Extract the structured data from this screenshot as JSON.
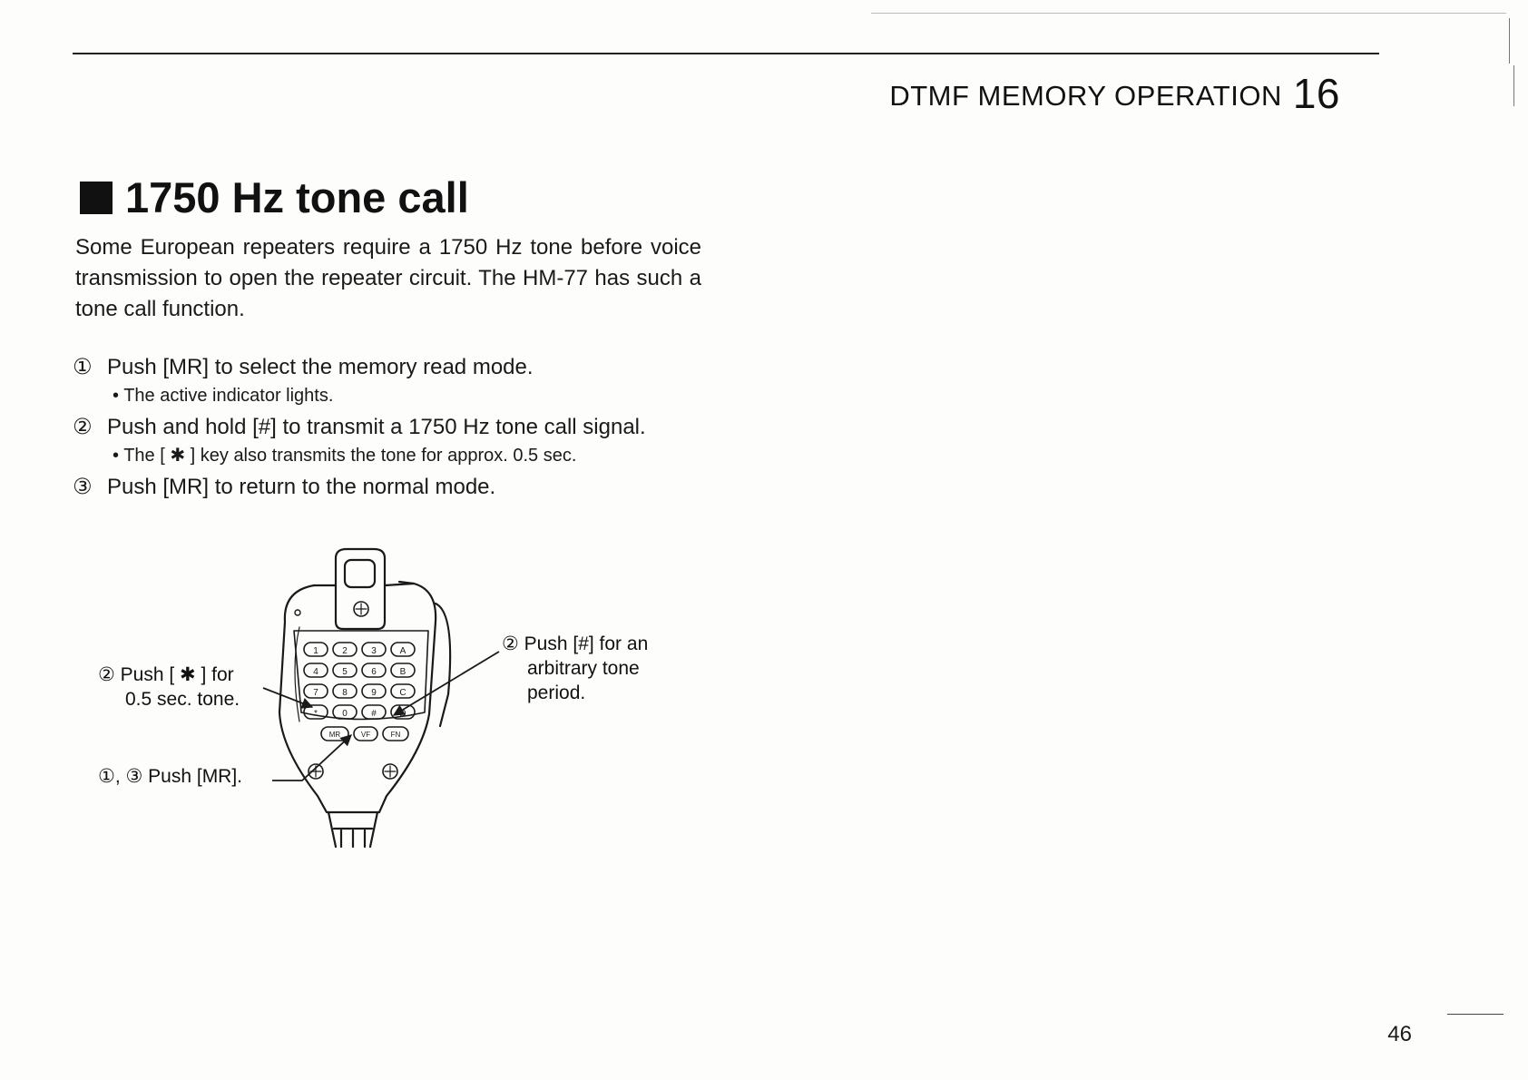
{
  "header": {
    "section": "DTMF MEMORY OPERATION",
    "chapter_number": "16"
  },
  "title": "1750 Hz tone call",
  "intro": "Some European repeaters require a 1750 Hz tone before voice transmission to open the repeater circuit. The HM-77 has such a tone call function.",
  "steps": [
    {
      "num": "①",
      "text": "Push [MR] to select the memory read mode.",
      "note": "• The active indicator lights."
    },
    {
      "num": "②",
      "text": "Push and hold [#] to transmit a 1750 Hz tone call signal.",
      "note": "• The [ ✱ ] key also transmits the tone for approx. 0.5 sec."
    },
    {
      "num": "③",
      "text": "Push [MR] to return to the normal mode.",
      "note": ""
    }
  ],
  "figure": {
    "callout_star_line1": "② Push [ ✱ ] for",
    "callout_star_line2": "0.5 sec. tone.",
    "callout_mr": "①, ③ Push [MR].",
    "callout_hash_line1": "② Push [#] for an",
    "callout_hash_line2": "arbitrary tone",
    "callout_hash_line3": "period.",
    "keys": {
      "row1": [
        "1",
        "2",
        "3",
        "A"
      ],
      "row2": [
        "4",
        "5",
        "6",
        "B"
      ],
      "row3": [
        "7",
        "8",
        "9",
        "C"
      ],
      "row4": [
        "*",
        "0",
        "#",
        "D"
      ],
      "row5": [
        "MR",
        "VF",
        "FN"
      ]
    }
  },
  "page_number": "46"
}
